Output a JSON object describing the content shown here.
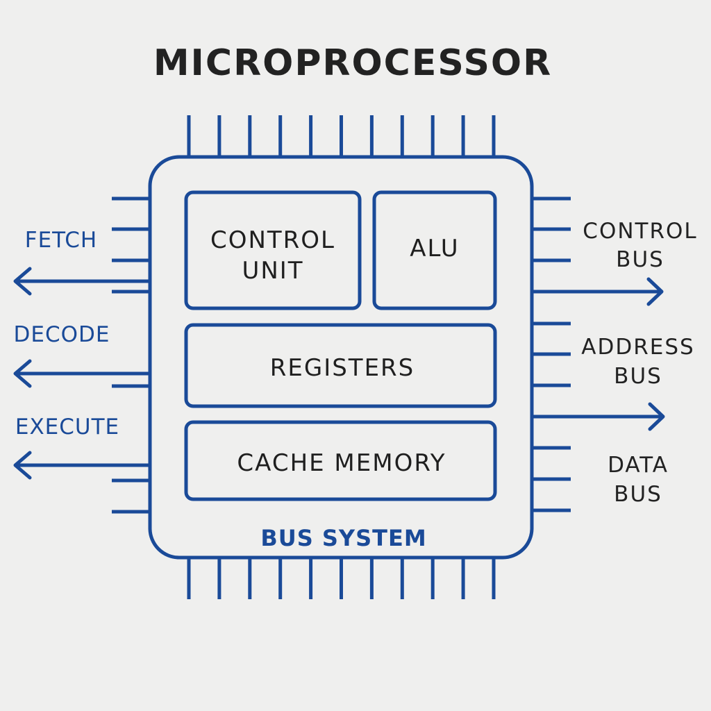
{
  "title": "MICROPROCESSOR",
  "colors": {
    "primary_blue": "#1a4a98",
    "text_dark": "#222222",
    "background": "#efefee"
  },
  "chip": {
    "blocks": {
      "control_unit": [
        "CONTROL",
        "UNIT"
      ],
      "alu": "ALU",
      "registers": "REGISTERS",
      "cache_memory": "CACHE MEMORY"
    },
    "bus_system": "BUS SYSTEM"
  },
  "left_signals": {
    "fetch": "FETCH",
    "decode": "DECODE",
    "execute": "EXECUTE"
  },
  "right_buses": {
    "control_bus": [
      "CONTROL",
      "BUS"
    ],
    "address_bus": [
      "ADDRESS",
      "BUS"
    ],
    "data_bus": [
      "DATA",
      "BUS"
    ]
  }
}
